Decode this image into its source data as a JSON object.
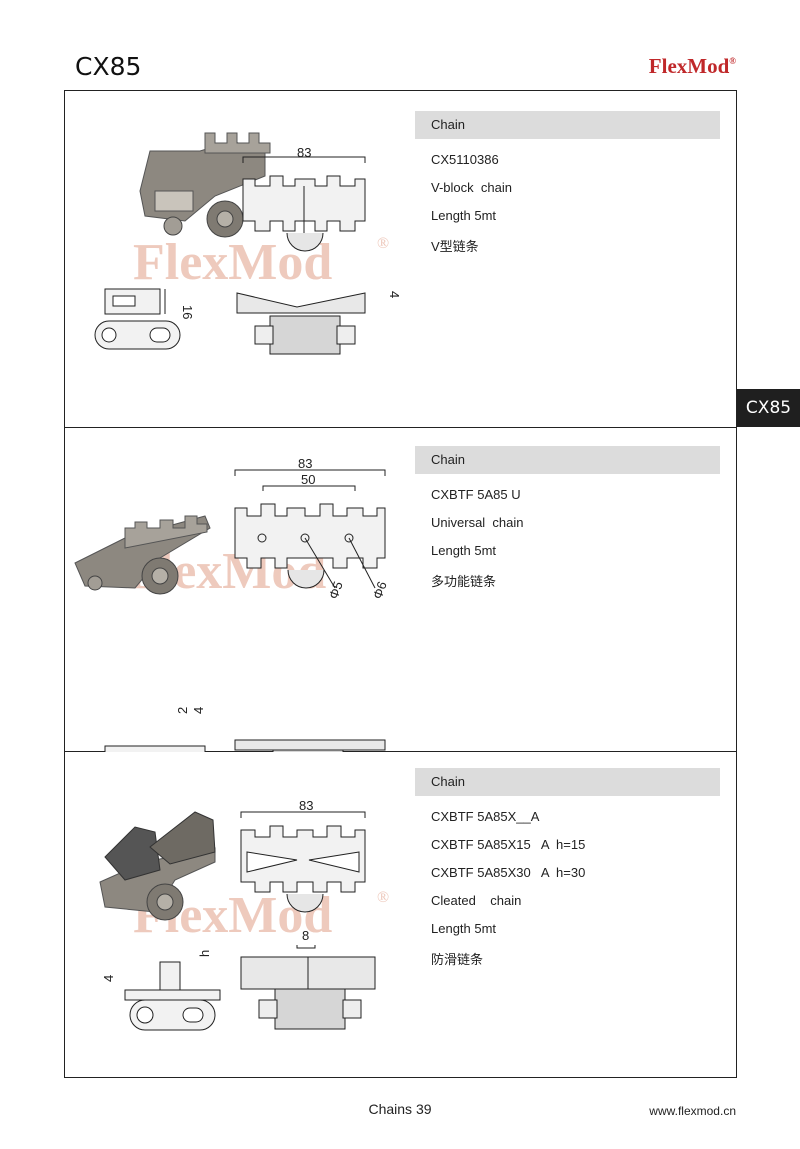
{
  "header": {
    "title": "CX85",
    "brand": "FlexMod",
    "brand_mark": "®"
  },
  "side_tab": "CX85",
  "watermark": {
    "text": "FlexMod",
    "mark": "®"
  },
  "sections": [
    {
      "heading": "Chain",
      "lines": [
        "CX5110386",
        "V-block  chain",
        "Length 5mt",
        "V型链条"
      ],
      "dims": {
        "width": "83",
        "height": "16",
        "top": "4"
      }
    },
    {
      "heading": "Chain",
      "lines": [
        "CXBTF 5A85 U",
        "Universal  chain",
        "Length 5mt",
        "多功能链条"
      ],
      "dims": {
        "width": "83",
        "inner": "50",
        "hole_small": "Φ5",
        "hole_large": "Φ6",
        "d1": "2",
        "d2": "4"
      }
    },
    {
      "heading": "Chain",
      "lines": [
        "CXBTF 5A85X__A",
        "CXBTF 5A85X15   A  h=15",
        "CXBTF 5A85X30   A  h=30",
        "Cleated    chain",
        "Length 5mt",
        "防滑链条"
      ],
      "dims": {
        "width": "83",
        "cleat": "8",
        "h": "h",
        "base": "4"
      }
    }
  ],
  "footer": {
    "page": "Chains 39",
    "url": "www.flexmod.cn"
  },
  "colors": {
    "brand": "#c0282a",
    "grey_band": "#dcdcdc",
    "side_tab": "#1f1f1f"
  }
}
